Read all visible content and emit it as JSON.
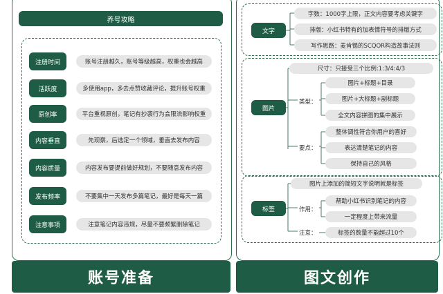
{
  "left": {
    "title": "养号攻略",
    "rows": [
      {
        "label": "注册时间",
        "text": "账号注册越久，账号等级越高，权重也会越高"
      },
      {
        "label": "活跃度",
        "text": "多使用app，多去点赞收藏评论，提升账号权重"
      },
      {
        "label": "原创率",
        "text": "平台重视原创，笔记有抄袭行为会限流影响权重"
      },
      {
        "label": "内容垂直",
        "text": "先观察，后选定一个领域，垂直去发布内容"
      },
      {
        "label": "内容质量",
        "text": "内容发布要提前做好规划，不要随意发布内容"
      },
      {
        "label": "发布频率",
        "text": "不要集中一天发布多篇笔记，最好是每天一篇"
      },
      {
        "label": "注意事项",
        "text": "注意笔记内容违规，尽量不要频繁删除笔记"
      }
    ],
    "footer": "账号准备"
  },
  "right": {
    "text_section": {
      "label": "文字",
      "items": [
        "字数：1000字上限，正文内容要考虑关键字",
        "排版：小红书特有的加表情符号的排版方式",
        "写作思路：麦肯锡的SCQOR构造故事法则"
      ]
    },
    "image_section": {
      "label": "图片",
      "size": "尺寸：只接受三个比例:1:3/4:4/3",
      "type_label": "类型：",
      "types": [
        "图片+标题+目录",
        "图片+大标题+副标题",
        "全文内容拼图的集中展示"
      ],
      "points_label": "要点：",
      "points": [
        "整体调性符合你用户的喜好",
        "表达清楚笔记的内容",
        "保持自己的风格"
      ]
    },
    "tag_section": {
      "label": "标签",
      "desc": "图片上添加的简短文字说明就是标签",
      "use_label": "作用：",
      "uses": [
        "帮助小红书识别笔记的内容",
        "一定程度上带来流量"
      ],
      "note_label": "注意：",
      "note": "标签的数量不能超过10个"
    },
    "footer": "图文创作"
  }
}
